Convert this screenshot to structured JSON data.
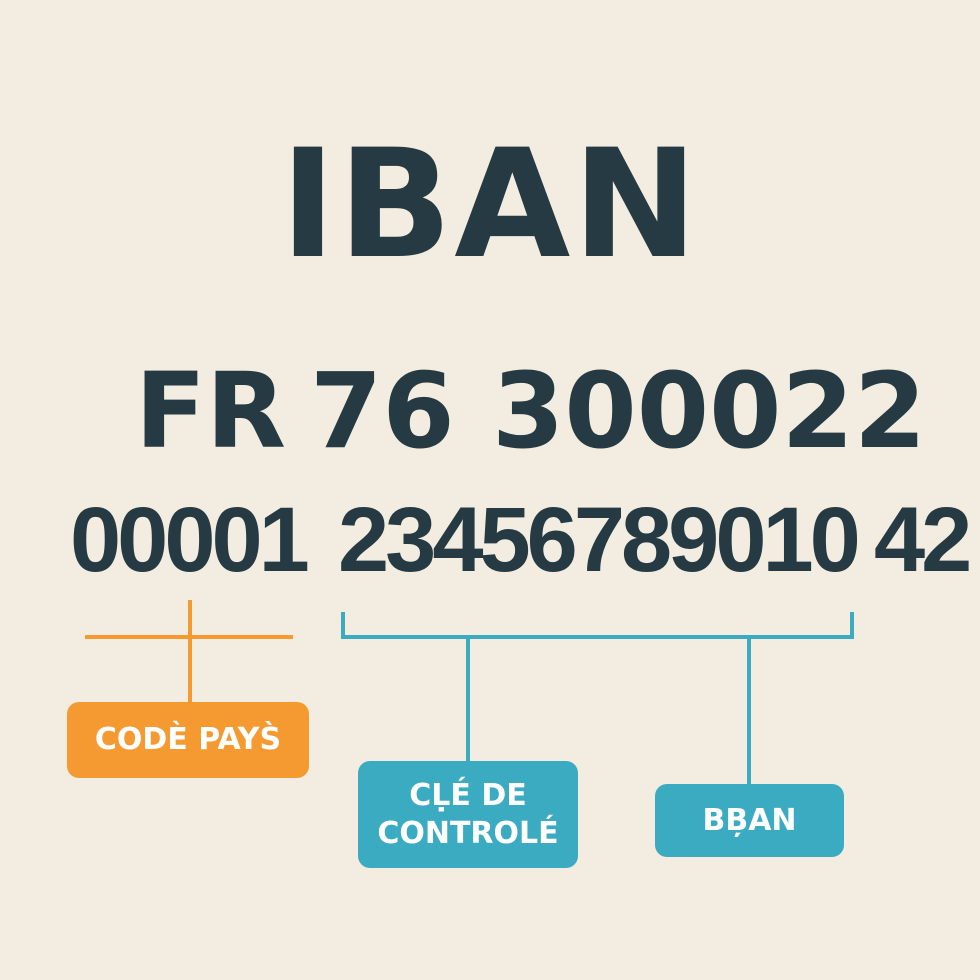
{
  "title": "IBAN",
  "iban_line1": [
    "FR",
    "76",
    "300022"
  ],
  "iban_line2": [
    "00001",
    "23456789010",
    "42"
  ],
  "labels": {
    "country_code": "CODÈ PAYS̀",
    "check_key_line1": "CḶÉ DE",
    "check_key_line2": "CONTROLÉ",
    "bban": "BB̦AN"
  },
  "colors": {
    "background": "#f3ece0",
    "text": "#263a44",
    "orange": "#f59a30",
    "teal": "#3aabc1"
  }
}
